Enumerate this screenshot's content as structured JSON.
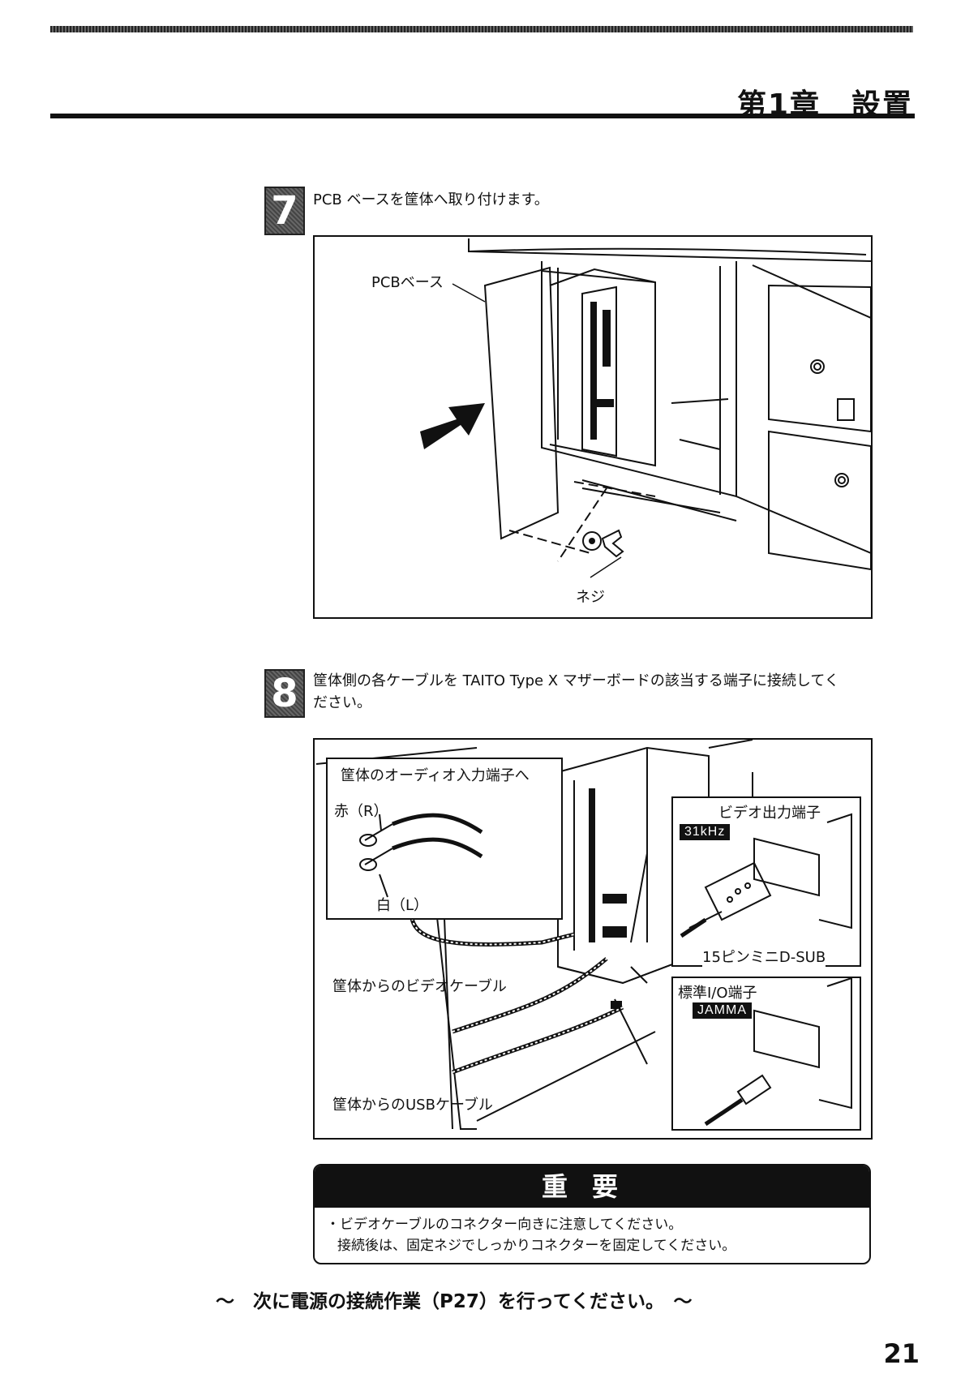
{
  "header": {
    "chapter_title": "第1章　設置"
  },
  "steps": [
    {
      "number": "7",
      "text": "PCB ベースを筐体へ取り付けます。"
    },
    {
      "number": "8",
      "text_line1": "筐体側の各ケーブルを TAITO Type X マザーボードの該当する端子に接続してく",
      "text_line2": "ださい。"
    }
  ],
  "figure1": {
    "pcb_base_label": "PCBベース",
    "screw_label": "ネジ"
  },
  "figure2": {
    "audio_box_title": "筐体のオーディオ入力端子へ",
    "red_label": "赤（R）",
    "white_label": "白（L）",
    "video_cable_label": "筐体からのビデオケーブル",
    "usb_cable_label": "筐体からのUSBケーブル",
    "video_out_title": "ビデオ出力端子",
    "video_freq": "31kHz",
    "dsub_label": "15ピンミニD-SUB",
    "io_title": "標準I/O端子",
    "io_type": "JAMMA"
  },
  "important": {
    "heading": "重要",
    "line1": "・ビデオケーブルのコネクター向きに注意してください。",
    "line2": "接続後は、固定ネジでしっかりコネクターを固定してください。"
  },
  "next_step": "～　次に電源の接続作業（P27）を行ってください。　～",
  "page_number": "21"
}
